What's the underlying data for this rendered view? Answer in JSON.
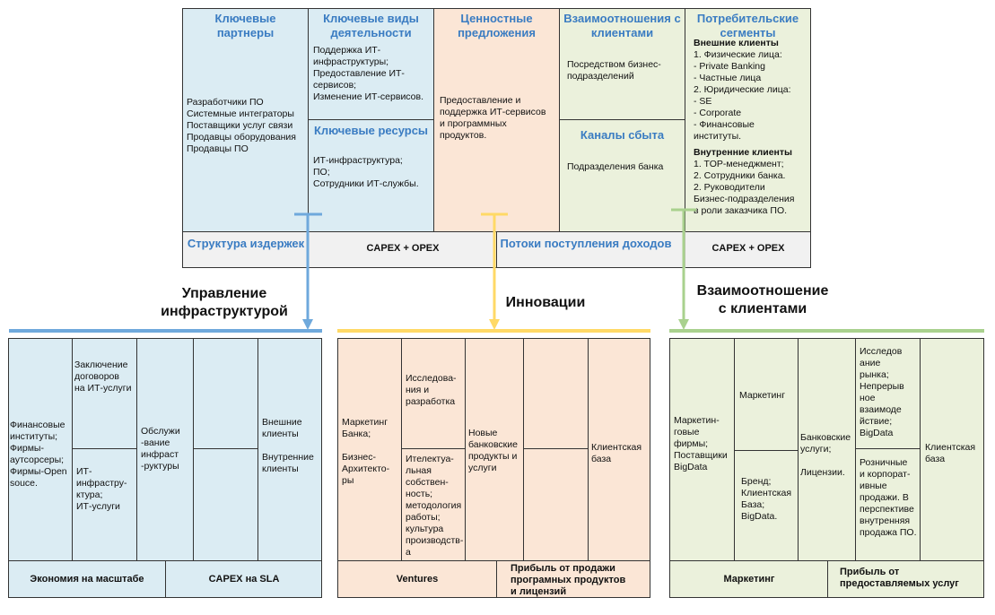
{
  "canvas": {
    "key_partners": {
      "title": "Ключевые\nпартнеры",
      "body": "Разработчики ПО\nСистемные интеграторы\nПоставщики услуг связи\nПродавцы оборудования\nПродавцы ПО"
    },
    "key_activities": {
      "title": "Ключевые виды\nдеятельности",
      "body": "Поддержка ИТ-\nинфраструктуры;\nПредоставление ИТ-\nсервисов;\nИзменение ИТ-сервисов."
    },
    "key_resources": {
      "title": "Ключевые ресурсы",
      "body": "ИТ-инфраструктура;\nПО;\nСотрудники ИТ-службы."
    },
    "value_propositions": {
      "title": "Ценностные\nпредложения",
      "body": "Предоставление и\nподдержка ИТ-сервисов\nи программных\nпродуктов."
    },
    "customer_relationships": {
      "title": "Взаимоотношения с\nклиентами",
      "body": "Посредством бизнес-\nподразделений"
    },
    "channels": {
      "title": "Каналы сбыта",
      "body": "Подразделения банка"
    },
    "customer_segments": {
      "title": "Потребительские\nсегменты",
      "external_title": "Внешние клиенты",
      "external_body": "1. Физические лица:\n- Private Banking\n- Частные лица\n2. Юридические лица:\n- SE\n- Corporate\n- Финансовые\nинституты.",
      "internal_title": "Внутренние клиенты",
      "internal_body": "1. TOP-менеджмент;\n2. Сотрудники банка.\n2. Руководители\nБизнес-подразделения\nв роли заказчика ПО."
    },
    "cost_structure": {
      "title": "Структура издержек",
      "value": "CAPEX + OPEX"
    },
    "revenue_streams": {
      "title": "Потоки поступления доходов",
      "value": "CAPEX + OPEX"
    }
  },
  "sections": {
    "infrastructure": {
      "title": "Управление\nинфраструктурой",
      "cells": {
        "c1": "Финансовые\nинституты;\nФирмы-\nаутсорсеры;\nФирмы-Open\nsouce.",
        "c2_top": "Заключение\nдоговоров\nна ИТ-услуги",
        "c2_bottom": "ИТ-\nинфрастру-\nктура;\nИТ-услуги",
        "c3": "Обслужи\n-вание\nинфраст\n-руктуры",
        "c5": "Внешние\nклиенты\n\nВнутренние\nклиенты"
      },
      "footer_left": "Экономия на масштабе",
      "footer_right": "CAPEX на SLA"
    },
    "innovation": {
      "title": "Инновации",
      "cells": {
        "c1": "Маркетинг\nБанка;\n\nБизнес-\nАрхитекто-\nры",
        "c2_top": "Исследова-\nния и\nразработка",
        "c2_bottom": "Ителектуа-\nльная\nсобствен-\nность;\nметодология\nработы;\nкультура\nпроизводств-\nа",
        "c3": "Новые\nбанковские\nпродукты и\nуслуги",
        "c5": "Клиентская\nбаза"
      },
      "footer_left": "Ventures",
      "footer_right": "Прибыль от продажи\nпрограмных продуктов\nи лицензий"
    },
    "relationship": {
      "title": "Взаимоотношение\nс клиентами",
      "cells": {
        "c1": "Маркетин-\nговые\nфирмы;\nПоставщики\nBigData",
        "c2_top": "Маркетинг",
        "c2_bottom": "Бренд;\nКлиентская\nБаза;\nBigData.",
        "c3": "Банковские\nуслуги;\n\nЛицензии.",
        "c4_top": "Исследов\nание\nрынка;\nНепрерыв\nное\nвзаимоде\nйствие;\nBigData",
        "c4_bottom": "Розничные\nи корпорат-\nивные\nпродажи. В\nперспективе\nвнутренняя\nпродажа ПО.",
        "c5": "Клиентская\nбаза"
      },
      "footer_left": "Маркетинг",
      "footer_right": "Прибыль от\nпредоставляемых услуг"
    }
  },
  "colors": {
    "blue": "#dbecf3",
    "peach": "#fbe6d6",
    "green": "#ebf1dc",
    "blue_line": "#6fa9dc",
    "yellow_line": "#ffd966",
    "green_line": "#a9d18e",
    "heading_blue": "#3a7cc2"
  }
}
